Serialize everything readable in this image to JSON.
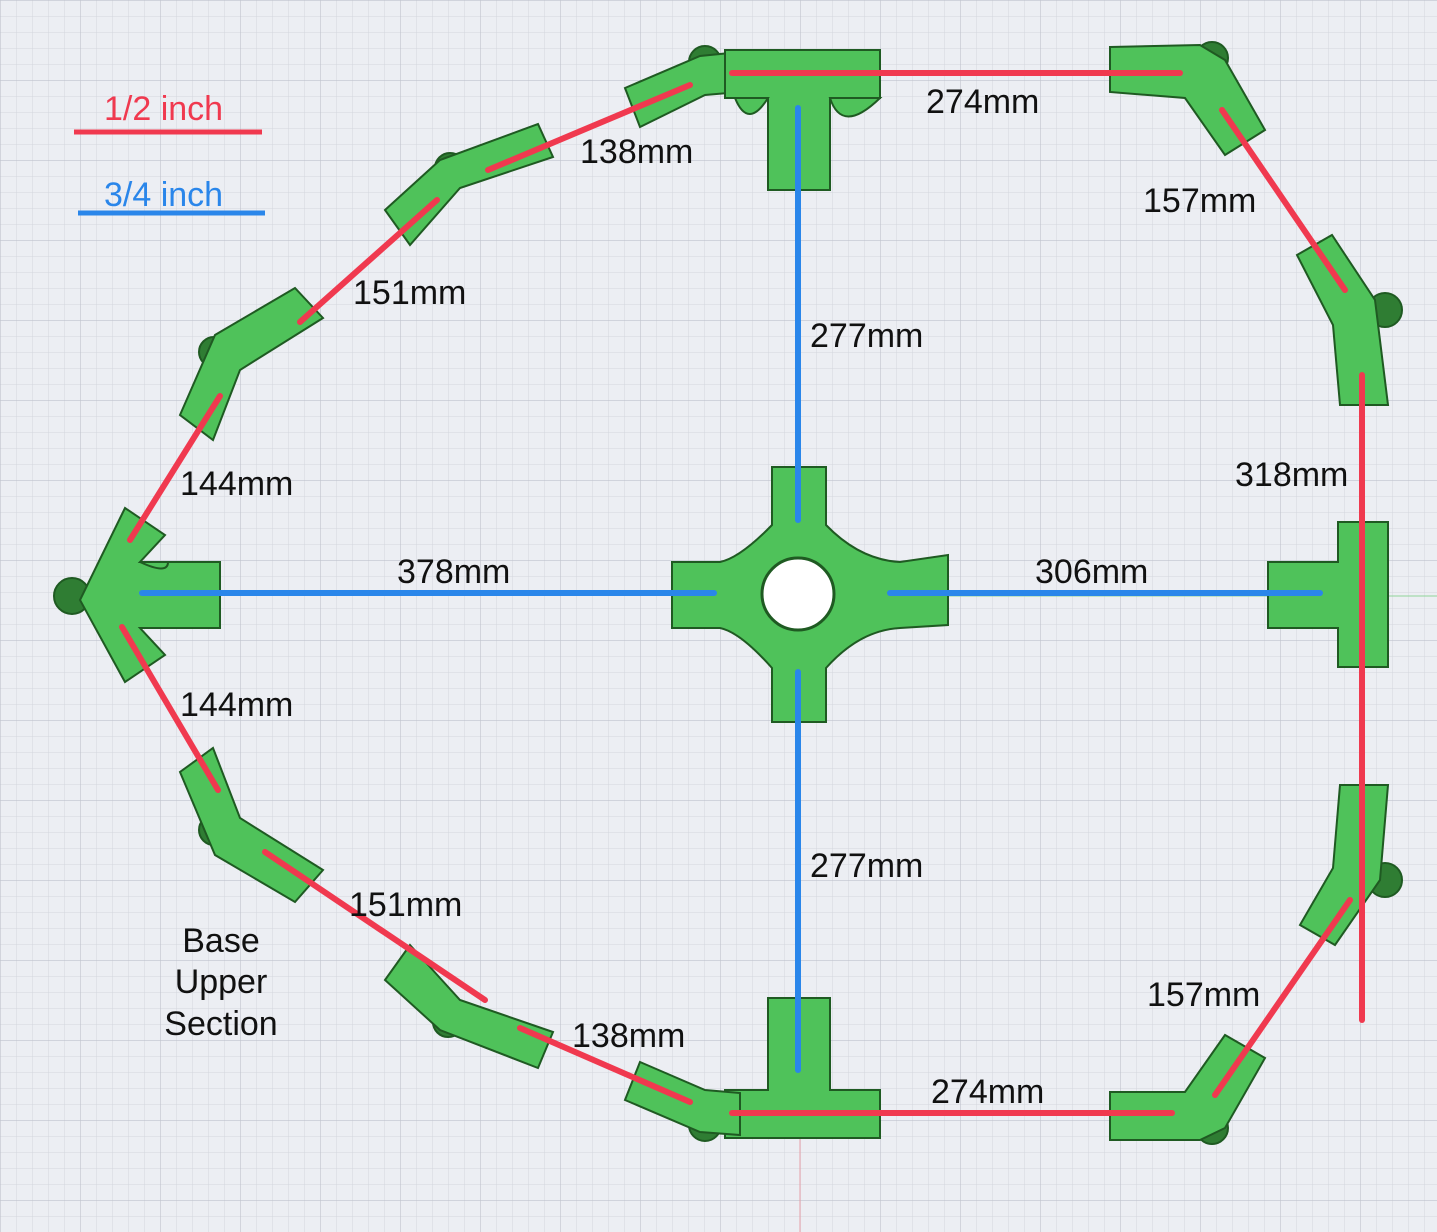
{
  "legend": {
    "half_inch": {
      "label": "1/2 inch",
      "color": "#f0394f"
    },
    "three_quarter_inch": {
      "label": "3/4 inch",
      "color": "#2a86ea"
    }
  },
  "title": {
    "line1": "Base",
    "line2": "Upper",
    "line3": "Section"
  },
  "dimensions": {
    "top_left_short": "138mm",
    "top_right_long": "274mm",
    "right_upper_diag": "157mm",
    "left_upper_mid": "151mm",
    "center_upper_vertical": "277mm",
    "right_side": "318mm",
    "left_upper_diag": "144mm",
    "center_left_horizontal": "378mm",
    "center_right_horizontal": "306mm",
    "left_lower_diag": "144mm",
    "center_lower_vertical": "277mm",
    "left_lower_mid": "151mm",
    "right_lower_diag": "157mm",
    "bottom_left_short": "138mm",
    "bottom_right_long": "274mm"
  },
  "icons": {
    "connector": "pipe-connector-icon",
    "hub": "cross-hub-icon"
  },
  "colors": {
    "background": "#eceef3",
    "part": "#4fc25a"
  }
}
